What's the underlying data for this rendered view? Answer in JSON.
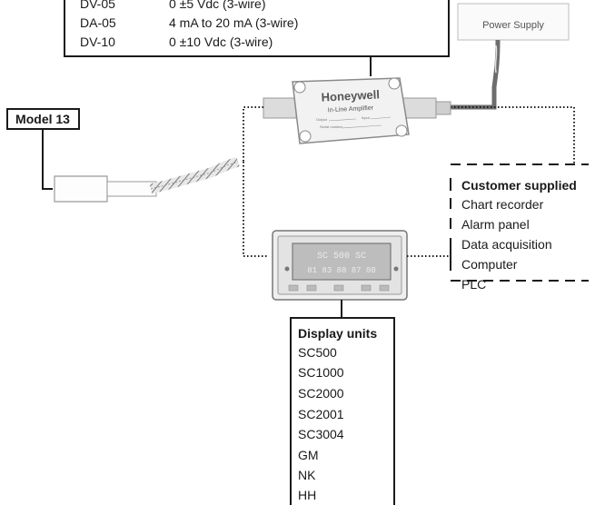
{
  "amplifier_outputs": [
    {
      "model": "DV-05",
      "spec": "0 ±5 Vdc (3-wire)"
    },
    {
      "model": "DA-05",
      "spec": "4 mA to 20 mA (3-wire)"
    },
    {
      "model": "DV-10",
      "spec": "0 ±10 Vdc (3-wire)"
    }
  ],
  "power_supply": {
    "label": "Power Supply"
  },
  "amplifier_device": {
    "brand": "Honeywell",
    "name": "In-Line Amplifier",
    "field_1": "Output",
    "field_2": "Input",
    "field_3": "Serial number"
  },
  "sensor": {
    "label": "Model 13"
  },
  "customer_supplied": {
    "title": "Customer supplied",
    "items": [
      "Chart recorder",
      "Alarm panel",
      "Data acquisition",
      "Computer",
      "PLC"
    ]
  },
  "display_device": {
    "line_1": "SC 500 SC",
    "line_2": "81 83 88 87 00"
  },
  "display_units": {
    "title": "Display units",
    "items": [
      "SC500",
      "SC1000",
      "SC2000",
      "SC2001",
      "SC3004",
      "GM",
      "NK",
      "HH"
    ]
  },
  "colors": {
    "line": "#1a1a1a",
    "device_fill": "#f2f2f2",
    "lcd_fill": "#bdbdbd"
  }
}
